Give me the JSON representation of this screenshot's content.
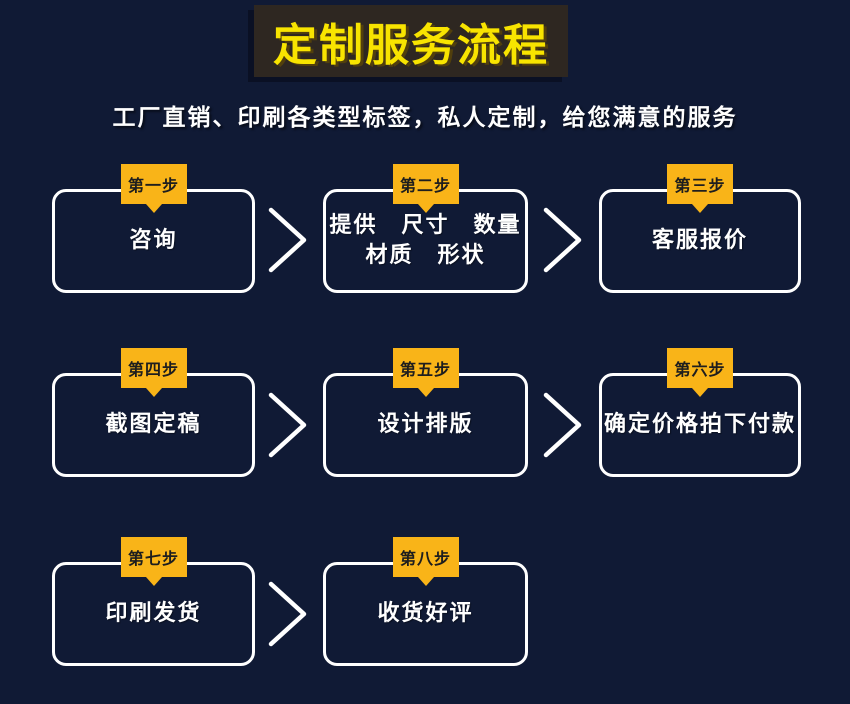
{
  "header": {
    "title": "定制服务流程",
    "subtitle": "工厂直销、印刷各类型标签，私人定制，给您满意的服务"
  },
  "steps": [
    {
      "badge": "第一步",
      "lines": [
        "咨询"
      ]
    },
    {
      "badge": "第二步",
      "lines": [
        "提供　尺寸　数量",
        "材质　形状"
      ]
    },
    {
      "badge": "第三步",
      "lines": [
        "客服报价"
      ]
    },
    {
      "badge": "第四步",
      "lines": [
        "截图定稿"
      ]
    },
    {
      "badge": "第五步",
      "lines": [
        "设计排版"
      ]
    },
    {
      "badge": "第六步",
      "lines": [
        "确定价格拍下付款"
      ]
    },
    {
      "badge": "第七步",
      "lines": [
        "印刷发货"
      ]
    },
    {
      "badge": "第八步",
      "lines": [
        "收货好评"
      ]
    }
  ],
  "colors": {
    "background": "#101a35",
    "title_banner_bg": "#2e2721",
    "title_text": "#f8e400",
    "badge_bg": "#f9b418",
    "badge_text": "#1e1e1e",
    "box_border": "#ffffff",
    "box_text": "#ffffff",
    "arrow": "#ffffff"
  }
}
